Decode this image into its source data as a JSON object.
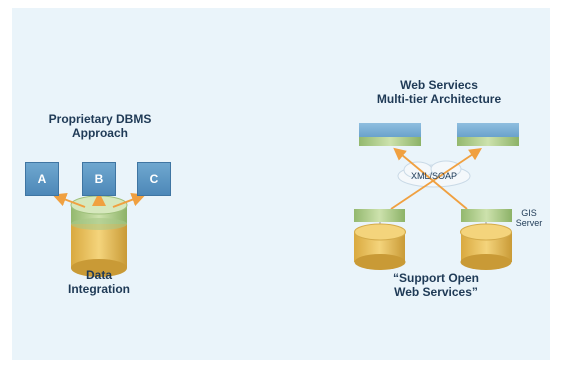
{
  "left_panel": {
    "title_line1": "Proprietary DBMS",
    "title_line2": "Approach",
    "boxes": [
      "A",
      "B",
      "C"
    ],
    "caption_line1": "Data",
    "caption_line2": "Integration"
  },
  "right_panel": {
    "title_line1": "Web Serviecs",
    "title_line2": "Multi-tier Architecture",
    "cloud_label": "XML/SOAP",
    "gis_line1": "GIS",
    "gis_line2": "Server",
    "caption_line1": "“Support Open",
    "caption_line2": "Web Services”"
  },
  "colors": {
    "background": "#eaf4fa",
    "box_blue": "#5a95c3",
    "arrow": "#f0a040",
    "cylinder_gold": "#e8c262",
    "cylinder_green": "#bcd59a",
    "text": "#1f3a56"
  }
}
